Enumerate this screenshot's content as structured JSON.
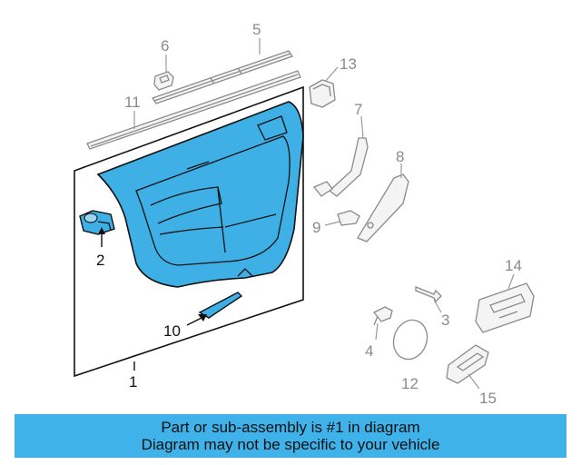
{
  "callouts": {
    "c1": "1",
    "c2": "2",
    "c3": "3",
    "c4": "4",
    "c5": "5",
    "c6": "6",
    "c7": "7",
    "c8": "8",
    "c9": "9",
    "c10": "10",
    "c11": "11",
    "c12": "12",
    "c13": "13",
    "c14": "14",
    "c15": "15"
  },
  "banner": {
    "line1": "Part or sub-assembly is #1 in diagram",
    "line2": "Diagram may not be specific to your vehicle"
  },
  "colors": {
    "highlight": "#3fb0e6",
    "banner": "#3fb2ea",
    "grey_part": "#8a8a8a"
  }
}
